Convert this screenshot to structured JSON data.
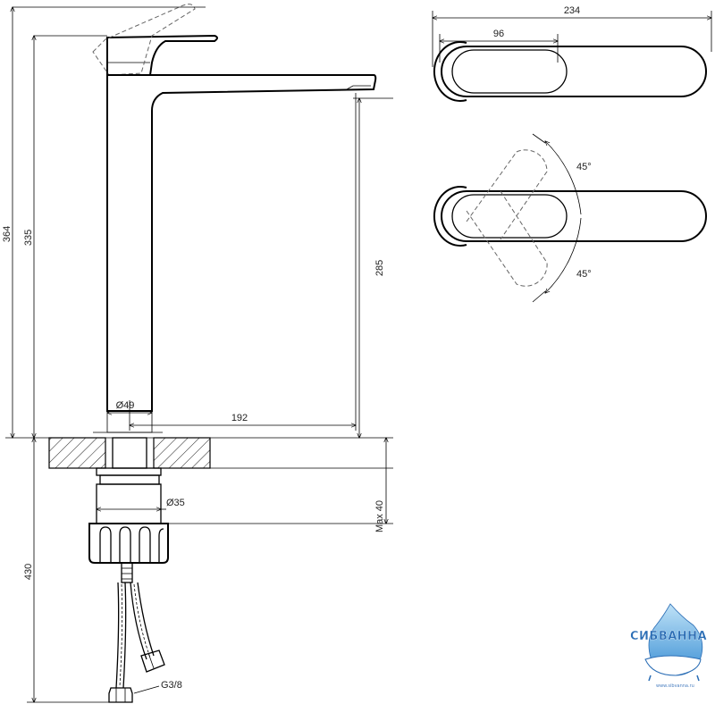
{
  "dimensions": {
    "total_height": "364",
    "spout_height": "335",
    "spout_clearance": "285",
    "base_diameter": "Ø49",
    "spout_reach": "192",
    "overall_depth": "234",
    "handle_length": "96",
    "angle_upper": "45°",
    "angle_lower": "45°",
    "shank_diameter": "Ø35",
    "max_counter_thickness": "Max 40",
    "hose_length": "430",
    "connection_thread": "G3/8"
  },
  "watermark": {
    "brand": "СИБВАННА",
    "site": "www.sibvanna.ru"
  },
  "colors": {
    "line": "#000000",
    "brand": "#2a6db5"
  }
}
